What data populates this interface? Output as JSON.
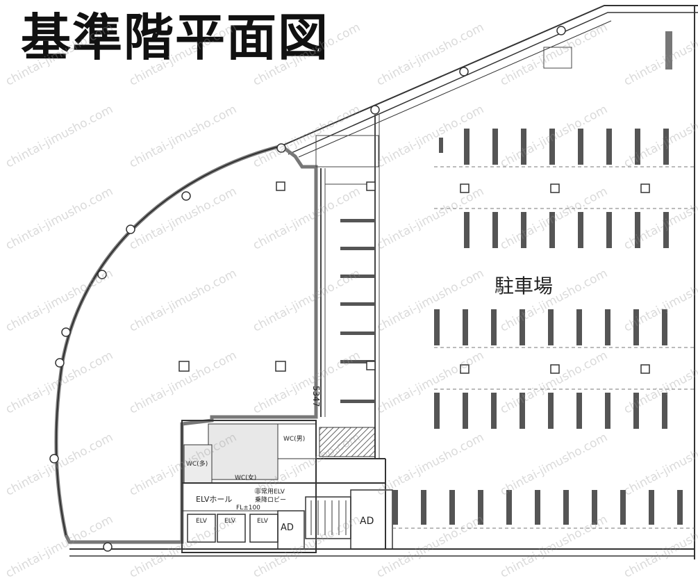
{
  "title": "基準階平面図",
  "labels": {
    "parking": "駐車場",
    "dimension": "5347",
    "wc_male": "WC(男)",
    "wc_female": "WC(女)",
    "wc_multi": "WC(多)",
    "elv_hall": "ELVホール",
    "emergency_elv": "非常用ELV",
    "lobby": "乗降ロビー",
    "elv": "ELV",
    "ad": "AD",
    "fl": "FL±100"
  },
  "watermark": "chintai-jimusho.com"
}
